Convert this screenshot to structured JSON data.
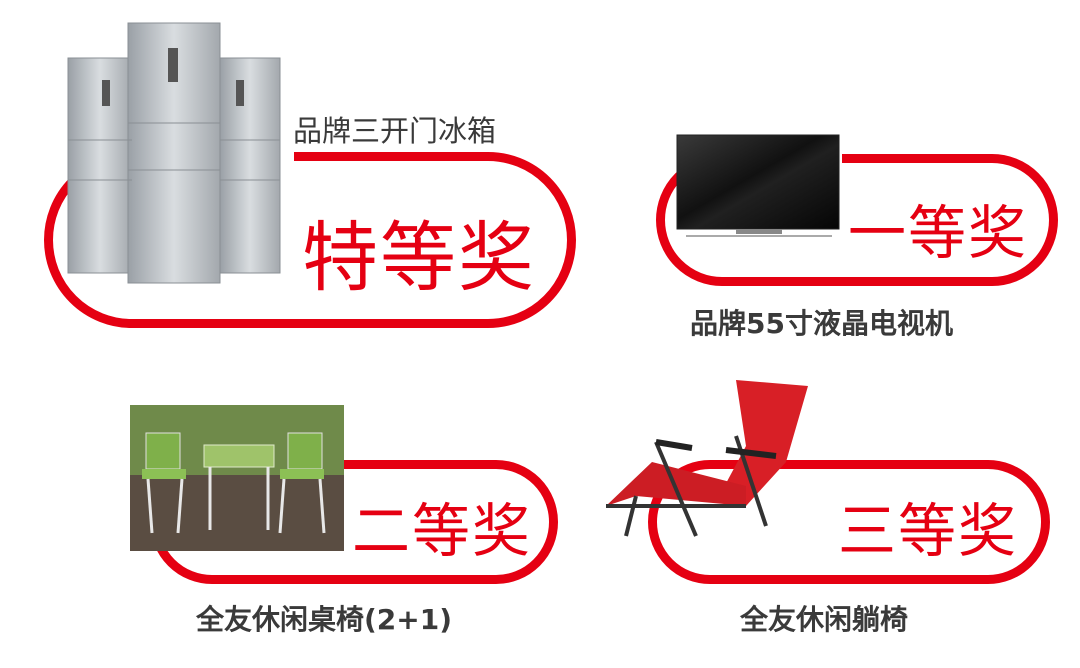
{
  "colors": {
    "accent": "#e50012",
    "caption": "#3a3a3a"
  },
  "prizes": [
    {
      "level": "特等奖",
      "name": "品牌三开门冰箱",
      "icon": "refrigerator-image"
    },
    {
      "level": "一等奖",
      "name": "品牌55寸液晶电视机",
      "icon": "tv-image"
    },
    {
      "level": "二等奖",
      "name": "全友休闲桌椅(2+1)",
      "icon": "patio-set-image"
    },
    {
      "level": "三等奖",
      "name": "全友休闲躺椅",
      "icon": "recliner-image"
    }
  ]
}
